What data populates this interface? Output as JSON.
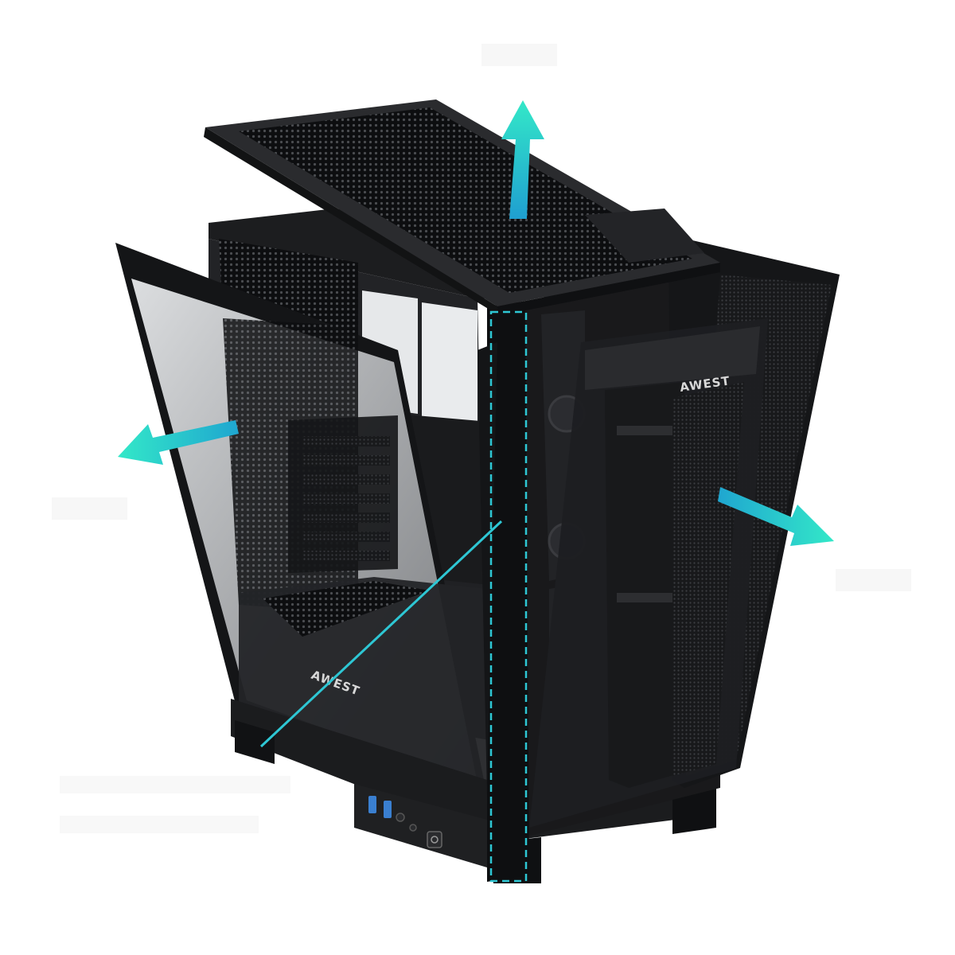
{
  "product": {
    "brand_logo_text": "AWEST",
    "body_color": "#1a1b1d",
    "panel_color": "#2a2b2e",
    "mesh_color": "#101113"
  },
  "annotations": {
    "arrow_color": "#2fd9c4",
    "highlight_line_color": "#2ec7d4",
    "arrows": [
      {
        "name": "top-panel-remove-arrow",
        "direction": "up"
      },
      {
        "name": "left-glass-panel-remove-arrow",
        "direction": "left"
      },
      {
        "name": "right-mesh-panel-remove-arrow",
        "direction": "right"
      }
    ]
  }
}
